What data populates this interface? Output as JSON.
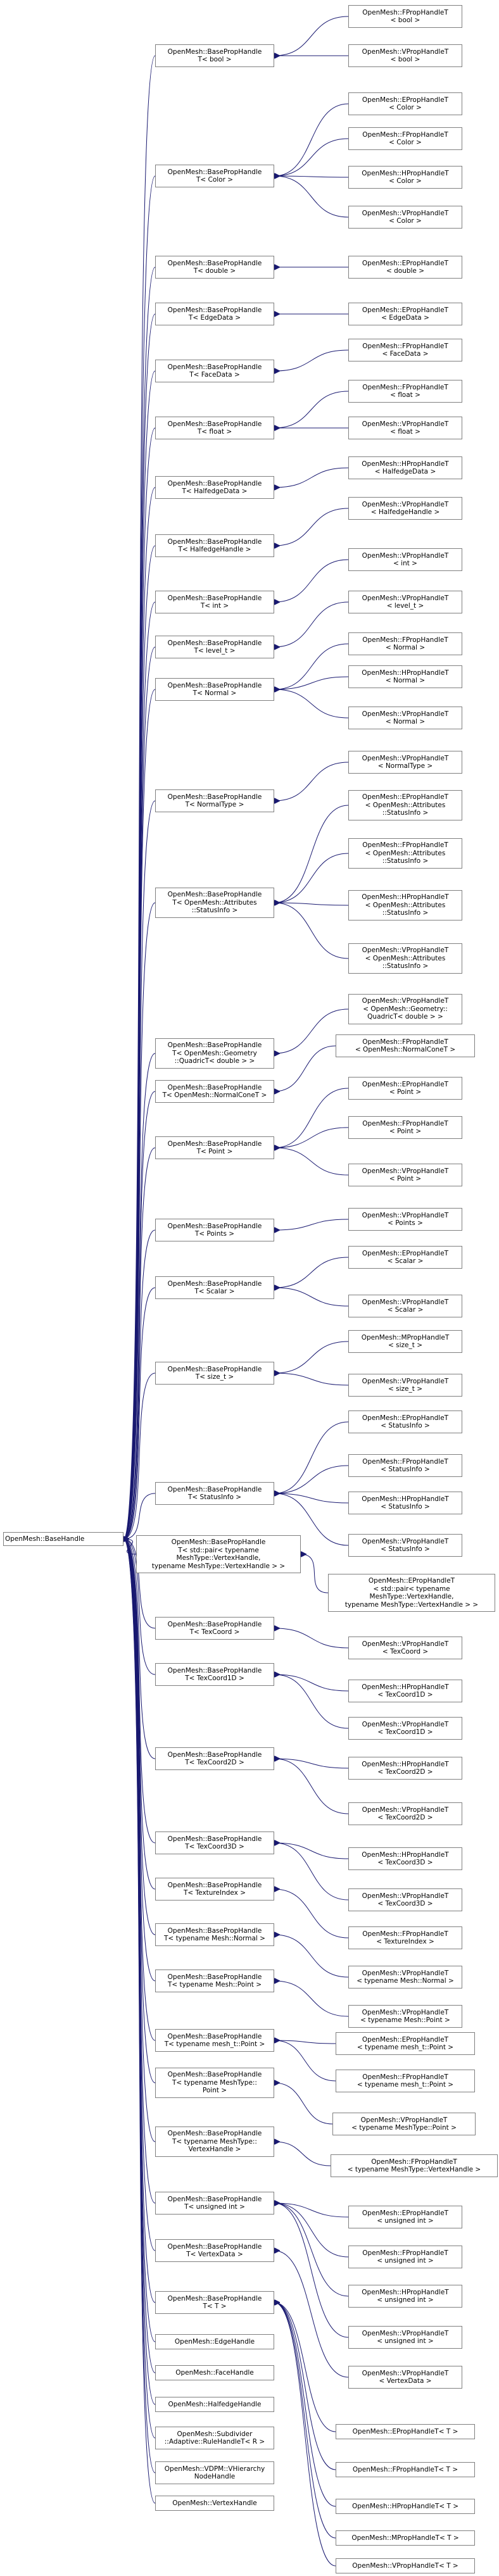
{
  "colors": {
    "edge": "#191970",
    "border": "#7f7f7f",
    "background": "#ffffff"
  },
  "nodes": [
    {
      "id": "root",
      "lines": [
        "OpenMesh::BaseHandle"
      ]
    },
    {
      "id": "b_bool",
      "lines": [
        "OpenMesh::BasePropHandle",
        "T< bool >"
      ]
    },
    {
      "id": "b_color",
      "lines": [
        "OpenMesh::BasePropHandle",
        "T< Color >"
      ]
    },
    {
      "id": "b_double",
      "lines": [
        "OpenMesh::BasePropHandle",
        "T< double >"
      ]
    },
    {
      "id": "b_edgedata",
      "lines": [
        "OpenMesh::BasePropHandle",
        "T< EdgeData >"
      ]
    },
    {
      "id": "b_facedata",
      "lines": [
        "OpenMesh::BasePropHandle",
        "T< FaceData >"
      ]
    },
    {
      "id": "b_float",
      "lines": [
        "OpenMesh::BasePropHandle",
        "T< float >"
      ]
    },
    {
      "id": "b_hedata",
      "lines": [
        "OpenMesh::BasePropHandle",
        "T< HalfedgeData >"
      ]
    },
    {
      "id": "b_hehandle",
      "lines": [
        "OpenMesh::BasePropHandle",
        "T< HalfedgeHandle >"
      ]
    },
    {
      "id": "b_int",
      "lines": [
        "OpenMesh::BasePropHandle",
        "T< int >"
      ]
    },
    {
      "id": "b_level",
      "lines": [
        "OpenMesh::BasePropHandle",
        "T< level_t >"
      ]
    },
    {
      "id": "b_normal",
      "lines": [
        "OpenMesh::BasePropHandle",
        "T< Normal >"
      ]
    },
    {
      "id": "b_normaltype",
      "lines": [
        "OpenMesh::BasePropHandle",
        "T< NormalType >"
      ]
    },
    {
      "id": "b_statusinfo_attr",
      "lines": [
        "OpenMesh::BasePropHandle",
        "T< OpenMesh::Attributes",
        "::StatusInfo >"
      ]
    },
    {
      "id": "b_quadric",
      "lines": [
        "OpenMesh::BasePropHandle",
        "T< OpenMesh::Geometry",
        "::QuadricT< double > >"
      ]
    },
    {
      "id": "b_normalcone",
      "lines": [
        "OpenMesh::BasePropHandle",
        "T< OpenMesh::NormalConeT >"
      ]
    },
    {
      "id": "b_point",
      "lines": [
        "OpenMesh::BasePropHandle",
        "T< Point >"
      ]
    },
    {
      "id": "b_points",
      "lines": [
        "OpenMesh::BasePropHandle",
        "T< Points >"
      ]
    },
    {
      "id": "b_scalar",
      "lines": [
        "OpenMesh::BasePropHandle",
        "T< Scalar >"
      ]
    },
    {
      "id": "b_size",
      "lines": [
        "OpenMesh::BasePropHandle",
        "T< size_t >"
      ]
    },
    {
      "id": "b_statusinfo",
      "lines": [
        "OpenMesh::BasePropHandle",
        "T< StatusInfo >"
      ]
    },
    {
      "id": "b_pair",
      "lines": [
        "OpenMesh::BasePropHandle",
        "T< std::pair< typename",
        "MeshType::VertexHandle,",
        "typename MeshType::VertexHandle > >"
      ]
    },
    {
      "id": "b_texcoord",
      "lines": [
        "OpenMesh::BasePropHandle",
        "T< TexCoord >"
      ]
    },
    {
      "id": "b_texcoord1d",
      "lines": [
        "OpenMesh::BasePropHandle",
        "T< TexCoord1D >"
      ]
    },
    {
      "id": "b_texcoord2d",
      "lines": [
        "OpenMesh::BasePropHandle",
        "T< TexCoord2D >"
      ]
    },
    {
      "id": "b_texcoord3d",
      "lines": [
        "OpenMesh::BasePropHandle",
        "T< TexCoord3D >"
      ]
    },
    {
      "id": "b_textureindex",
      "lines": [
        "OpenMesh::BasePropHandle",
        "T< TextureIndex >"
      ]
    },
    {
      "id": "b_meshnormal",
      "lines": [
        "OpenMesh::BasePropHandle",
        "T< typename Mesh::Normal >"
      ]
    },
    {
      "id": "b_meshpoint",
      "lines": [
        "OpenMesh::BasePropHandle",
        "T< typename Mesh::Point >"
      ]
    },
    {
      "id": "b_mesh_t_point",
      "lines": [
        "OpenMesh::BasePropHandle",
        "T< typename mesh_t::Point >"
      ]
    },
    {
      "id": "b_meshtype_point",
      "lines": [
        "OpenMesh::BasePropHandle",
        "T< typename MeshType::",
        "Point >"
      ]
    },
    {
      "id": "b_meshtype_vh",
      "lines": [
        "OpenMesh::BasePropHandle",
        "T< typename MeshType::",
        "VertexHandle >"
      ]
    },
    {
      "id": "b_uint",
      "lines": [
        "OpenMesh::BasePropHandle",
        "T< unsigned int >"
      ]
    },
    {
      "id": "b_vertexdata",
      "lines": [
        "OpenMesh::BasePropHandle",
        "T< VertexData >"
      ]
    },
    {
      "id": "b_t",
      "lines": [
        "OpenMesh::BasePropHandle",
        "T< T >"
      ]
    },
    {
      "id": "edgehandle",
      "lines": [
        "OpenMesh::EdgeHandle"
      ]
    },
    {
      "id": "facehandle",
      "lines": [
        "OpenMesh::FaceHandle"
      ]
    },
    {
      "id": "halfedgehandle",
      "lines": [
        "OpenMesh::HalfedgeHandle"
      ]
    },
    {
      "id": "subdivider",
      "lines": [
        "OpenMesh::Subdivider",
        "::Adaptive::RuleHandleT< R >"
      ]
    },
    {
      "id": "vdpm",
      "lines": [
        "OpenMesh::VDPM::VHierarchy",
        "NodeHandle"
      ]
    },
    {
      "id": "vertexhandle",
      "lines": [
        "OpenMesh::VertexHandle"
      ]
    },
    {
      "id": "c_bool_f",
      "lines": [
        "OpenMesh::FPropHandleT",
        "< bool >"
      ]
    },
    {
      "id": "c_bool_v",
      "lines": [
        "OpenMesh::VPropHandleT",
        "< bool >"
      ]
    },
    {
      "id": "c_color_e",
      "lines": [
        "OpenMesh::EPropHandleT",
        "< Color >"
      ]
    },
    {
      "id": "c_color_f",
      "lines": [
        "OpenMesh::FPropHandleT",
        "< Color >"
      ]
    },
    {
      "id": "c_color_h",
      "lines": [
        "OpenMesh::HPropHandleT",
        "< Color >"
      ]
    },
    {
      "id": "c_color_v",
      "lines": [
        "OpenMesh::VPropHandleT",
        "< Color >"
      ]
    },
    {
      "id": "c_double_e",
      "lines": [
        "OpenMesh::EPropHandleT",
        "< double >"
      ]
    },
    {
      "id": "c_edgedata_e",
      "lines": [
        "OpenMesh::EPropHandleT",
        "< EdgeData >"
      ]
    },
    {
      "id": "c_facedata_f",
      "lines": [
        "OpenMesh::FPropHandleT",
        "< FaceData >"
      ]
    },
    {
      "id": "c_float_f",
      "lines": [
        "OpenMesh::FPropHandleT",
        "< float >"
      ]
    },
    {
      "id": "c_float_v",
      "lines": [
        "OpenMesh::VPropHandleT",
        "< float >"
      ]
    },
    {
      "id": "c_hedata_h",
      "lines": [
        "OpenMesh::HPropHandleT",
        "< HalfedgeData >"
      ]
    },
    {
      "id": "c_hehandle_v",
      "lines": [
        "OpenMesh::VPropHandleT",
        "< HalfedgeHandle >"
      ]
    },
    {
      "id": "c_int_v",
      "lines": [
        "OpenMesh::VPropHandleT",
        "< int >"
      ]
    },
    {
      "id": "c_level_v",
      "lines": [
        "OpenMesh::VPropHandleT",
        "< level_t >"
      ]
    },
    {
      "id": "c_normal_f",
      "lines": [
        "OpenMesh::FPropHandleT",
        "< Normal >"
      ]
    },
    {
      "id": "c_normal_h",
      "lines": [
        "OpenMesh::HPropHandleT",
        "< Normal >"
      ]
    },
    {
      "id": "c_normal_v",
      "lines": [
        "OpenMesh::VPropHandleT",
        "< Normal >"
      ]
    },
    {
      "id": "c_normaltype_v",
      "lines": [
        "OpenMesh::VPropHandleT",
        "< NormalType >"
      ]
    },
    {
      "id": "c_status_e",
      "lines": [
        "OpenMesh::EPropHandleT",
        "< OpenMesh::Attributes",
        "::StatusInfo >"
      ]
    },
    {
      "id": "c_status_f",
      "lines": [
        "OpenMesh::FPropHandleT",
        "< OpenMesh::Attributes",
        "::StatusInfo >"
      ]
    },
    {
      "id": "c_status_h",
      "lines": [
        "OpenMesh::HPropHandleT",
        "< OpenMesh::Attributes",
        "::StatusInfo >"
      ]
    },
    {
      "id": "c_status_v",
      "lines": [
        "OpenMesh::VPropHandleT",
        "< OpenMesh::Attributes",
        "::StatusInfo >"
      ]
    },
    {
      "id": "c_quadric_v",
      "lines": [
        "OpenMesh::VPropHandleT",
        "< OpenMesh::Geometry::",
        "QuadricT< double > >"
      ]
    },
    {
      "id": "c_normalcone_f",
      "lines": [
        "OpenMesh::FPropHandleT",
        "< OpenMesh::NormalConeT >"
      ]
    },
    {
      "id": "c_point_e",
      "lines": [
        "OpenMesh::EPropHandleT",
        "< Point >"
      ]
    },
    {
      "id": "c_point_f",
      "lines": [
        "OpenMesh::FPropHandleT",
        "< Point >"
      ]
    },
    {
      "id": "c_point_v",
      "lines": [
        "OpenMesh::VPropHandleT",
        "< Point >"
      ]
    },
    {
      "id": "c_points_v",
      "lines": [
        "OpenMesh::VPropHandleT",
        "< Points >"
      ]
    },
    {
      "id": "c_scalar_e",
      "lines": [
        "OpenMesh::EPropHandleT",
        "< Scalar >"
      ]
    },
    {
      "id": "c_scalar_v",
      "lines": [
        "OpenMesh::VPropHandleT",
        "< Scalar >"
      ]
    },
    {
      "id": "c_size_m",
      "lines": [
        "OpenMesh::MPropHandleT",
        "< size_t >"
      ]
    },
    {
      "id": "c_size_v",
      "lines": [
        "OpenMesh::VPropHandleT",
        "< size_t >"
      ]
    },
    {
      "id": "c_si_e",
      "lines": [
        "OpenMesh::EPropHandleT",
        "< StatusInfo >"
      ]
    },
    {
      "id": "c_si_f",
      "lines": [
        "OpenMesh::FPropHandleT",
        "< StatusInfo >"
      ]
    },
    {
      "id": "c_si_h",
      "lines": [
        "OpenMesh::HPropHandleT",
        "< StatusInfo >"
      ]
    },
    {
      "id": "c_si_v",
      "lines": [
        "OpenMesh::VPropHandleT",
        "< StatusInfo >"
      ]
    },
    {
      "id": "c_pair_e",
      "lines": [
        "OpenMesh::EPropHandleT",
        "< std::pair< typename",
        "MeshType::VertexHandle,",
        "typename MeshType::VertexHandle > >"
      ]
    },
    {
      "id": "c_texcoord_v",
      "lines": [
        "OpenMesh::VPropHandleT",
        "< TexCoord >"
      ]
    },
    {
      "id": "c_tc1d_h",
      "lines": [
        "OpenMesh::HPropHandleT",
        "< TexCoord1D >"
      ]
    },
    {
      "id": "c_tc1d_v",
      "lines": [
        "OpenMesh::VPropHandleT",
        "< TexCoord1D >"
      ]
    },
    {
      "id": "c_tc2d_h",
      "lines": [
        "OpenMesh::HPropHandleT",
        "< TexCoord2D >"
      ]
    },
    {
      "id": "c_tc2d_v",
      "lines": [
        "OpenMesh::VPropHandleT",
        "< TexCoord2D >"
      ]
    },
    {
      "id": "c_tc3d_h",
      "lines": [
        "OpenMesh::HPropHandleT",
        "< TexCoord3D >"
      ]
    },
    {
      "id": "c_tc3d_v",
      "lines": [
        "OpenMesh::VPropHandleT",
        "< TexCoord3D >"
      ]
    },
    {
      "id": "c_texidx_f",
      "lines": [
        "OpenMesh::FPropHandleT",
        "< TextureIndex >"
      ]
    },
    {
      "id": "c_meshnormal_v",
      "lines": [
        "OpenMesh::VPropHandleT",
        "< typename Mesh::Normal >"
      ]
    },
    {
      "id": "c_meshpoint_v",
      "lines": [
        "OpenMesh::VPropHandleT",
        "< typename Mesh::Point >"
      ]
    },
    {
      "id": "c_mesh_t_point_e",
      "lines": [
        "OpenMesh::EPropHandleT",
        "< typename mesh_t::Point >"
      ]
    },
    {
      "id": "c_mesh_t_point_f",
      "lines": [
        "OpenMesh::FPropHandleT",
        "< typename mesh_t::Point >"
      ]
    },
    {
      "id": "c_meshtype_point_v",
      "lines": [
        "OpenMesh::VPropHandleT",
        "< typename MeshType::Point >"
      ]
    },
    {
      "id": "c_meshtype_vh_f",
      "lines": [
        "OpenMesh::FPropHandleT",
        "< typename MeshType::VertexHandle >"
      ]
    },
    {
      "id": "c_uint_e",
      "lines": [
        "OpenMesh::EPropHandleT",
        "< unsigned int >"
      ]
    },
    {
      "id": "c_uint_f",
      "lines": [
        "OpenMesh::FPropHandleT",
        "< unsigned int >"
      ]
    },
    {
      "id": "c_uint_h",
      "lines": [
        "OpenMesh::HPropHandleT",
        "< unsigned int >"
      ]
    },
    {
      "id": "c_uint_v",
      "lines": [
        "OpenMesh::VPropHandleT",
        "< unsigned int >"
      ]
    },
    {
      "id": "c_vertexdata_v",
      "lines": [
        "OpenMesh::VPropHandleT",
        "< VertexData >"
      ]
    },
    {
      "id": "c_t_e",
      "lines": [
        "OpenMesh::EPropHandleT< T >"
      ]
    },
    {
      "id": "c_t_f",
      "lines": [
        "OpenMesh::FPropHandleT< T >"
      ]
    },
    {
      "id": "c_t_h",
      "lines": [
        "OpenMesh::HPropHandleT< T >"
      ]
    },
    {
      "id": "c_t_m",
      "lines": [
        "OpenMesh::MPropHandleT< T >"
      ]
    },
    {
      "id": "c_t_v",
      "lines": [
        "OpenMesh::VPropHandleT< T >"
      ]
    }
  ],
  "edges": [
    [
      "root",
      "b_bool"
    ],
    [
      "root",
      "b_color"
    ],
    [
      "root",
      "b_double"
    ],
    [
      "root",
      "b_edgedata"
    ],
    [
      "root",
      "b_facedata"
    ],
    [
      "root",
      "b_float"
    ],
    [
      "root",
      "b_hedata"
    ],
    [
      "root",
      "b_hehandle"
    ],
    [
      "root",
      "b_int"
    ],
    [
      "root",
      "b_level"
    ],
    [
      "root",
      "b_normal"
    ],
    [
      "root",
      "b_normaltype"
    ],
    [
      "root",
      "b_statusinfo_attr"
    ],
    [
      "root",
      "b_quadric"
    ],
    [
      "root",
      "b_normalcone"
    ],
    [
      "root",
      "b_point"
    ],
    [
      "root",
      "b_points"
    ],
    [
      "root",
      "b_scalar"
    ],
    [
      "root",
      "b_size"
    ],
    [
      "root",
      "b_statusinfo"
    ],
    [
      "root",
      "b_pair"
    ],
    [
      "root",
      "b_texcoord"
    ],
    [
      "root",
      "b_texcoord1d"
    ],
    [
      "root",
      "b_texcoord2d"
    ],
    [
      "root",
      "b_texcoord3d"
    ],
    [
      "root",
      "b_textureindex"
    ],
    [
      "root",
      "b_meshnormal"
    ],
    [
      "root",
      "b_meshpoint"
    ],
    [
      "root",
      "b_mesh_t_point"
    ],
    [
      "root",
      "b_meshtype_point"
    ],
    [
      "root",
      "b_meshtype_vh"
    ],
    [
      "root",
      "b_uint"
    ],
    [
      "root",
      "b_vertexdata"
    ],
    [
      "root",
      "b_t"
    ],
    [
      "root",
      "edgehandle"
    ],
    [
      "root",
      "facehandle"
    ],
    [
      "root",
      "halfedgehandle"
    ],
    [
      "root",
      "subdivider"
    ],
    [
      "root",
      "vdpm"
    ],
    [
      "root",
      "vertexhandle"
    ],
    [
      "b_bool",
      "c_bool_f"
    ],
    [
      "b_bool",
      "c_bool_v"
    ],
    [
      "b_color",
      "c_color_e"
    ],
    [
      "b_color",
      "c_color_f"
    ],
    [
      "b_color",
      "c_color_h"
    ],
    [
      "b_color",
      "c_color_v"
    ],
    [
      "b_double",
      "c_double_e"
    ],
    [
      "b_edgedata",
      "c_edgedata_e"
    ],
    [
      "b_facedata",
      "c_facedata_f"
    ],
    [
      "b_float",
      "c_float_f"
    ],
    [
      "b_float",
      "c_float_v"
    ],
    [
      "b_hedata",
      "c_hedata_h"
    ],
    [
      "b_hehandle",
      "c_hehandle_v"
    ],
    [
      "b_int",
      "c_int_v"
    ],
    [
      "b_level",
      "c_level_v"
    ],
    [
      "b_normal",
      "c_normal_f"
    ],
    [
      "b_normal",
      "c_normal_h"
    ],
    [
      "b_normal",
      "c_normal_v"
    ],
    [
      "b_normaltype",
      "c_normaltype_v"
    ],
    [
      "b_statusinfo_attr",
      "c_status_e"
    ],
    [
      "b_statusinfo_attr",
      "c_status_f"
    ],
    [
      "b_statusinfo_attr",
      "c_status_h"
    ],
    [
      "b_statusinfo_attr",
      "c_status_v"
    ],
    [
      "b_quadric",
      "c_quadric_v"
    ],
    [
      "b_normalcone",
      "c_normalcone_f"
    ],
    [
      "b_point",
      "c_point_e"
    ],
    [
      "b_point",
      "c_point_f"
    ],
    [
      "b_point",
      "c_point_v"
    ],
    [
      "b_points",
      "c_points_v"
    ],
    [
      "b_scalar",
      "c_scalar_e"
    ],
    [
      "b_scalar",
      "c_scalar_v"
    ],
    [
      "b_size",
      "c_size_m"
    ],
    [
      "b_size",
      "c_size_v"
    ],
    [
      "b_statusinfo",
      "c_si_e"
    ],
    [
      "b_statusinfo",
      "c_si_f"
    ],
    [
      "b_statusinfo",
      "c_si_h"
    ],
    [
      "b_statusinfo",
      "c_si_v"
    ],
    [
      "b_pair",
      "c_pair_e"
    ],
    [
      "b_texcoord",
      "c_texcoord_v"
    ],
    [
      "b_texcoord1d",
      "c_tc1d_h"
    ],
    [
      "b_texcoord1d",
      "c_tc1d_v"
    ],
    [
      "b_texcoord2d",
      "c_tc2d_h"
    ],
    [
      "b_texcoord2d",
      "c_tc2d_v"
    ],
    [
      "b_texcoord3d",
      "c_tc3d_h"
    ],
    [
      "b_texcoord3d",
      "c_tc3d_v"
    ],
    [
      "b_textureindex",
      "c_texidx_f"
    ],
    [
      "b_meshnormal",
      "c_meshnormal_v"
    ],
    [
      "b_meshpoint",
      "c_meshpoint_v"
    ],
    [
      "b_mesh_t_point",
      "c_mesh_t_point_e"
    ],
    [
      "b_mesh_t_point",
      "c_mesh_t_point_f"
    ],
    [
      "b_meshtype_point",
      "c_meshtype_point_v"
    ],
    [
      "b_meshtype_vh",
      "c_meshtype_vh_f"
    ],
    [
      "b_uint",
      "c_uint_e"
    ],
    [
      "b_uint",
      "c_uint_f"
    ],
    [
      "b_uint",
      "c_uint_h"
    ],
    [
      "b_uint",
      "c_uint_v"
    ],
    [
      "b_vertexdata",
      "c_vertexdata_v"
    ],
    [
      "b_t",
      "c_t_e"
    ],
    [
      "b_t",
      "c_t_f"
    ],
    [
      "b_t",
      "c_t_h"
    ],
    [
      "b_t",
      "c_t_m"
    ],
    [
      "b_t",
      "c_t_v"
    ]
  ]
}
